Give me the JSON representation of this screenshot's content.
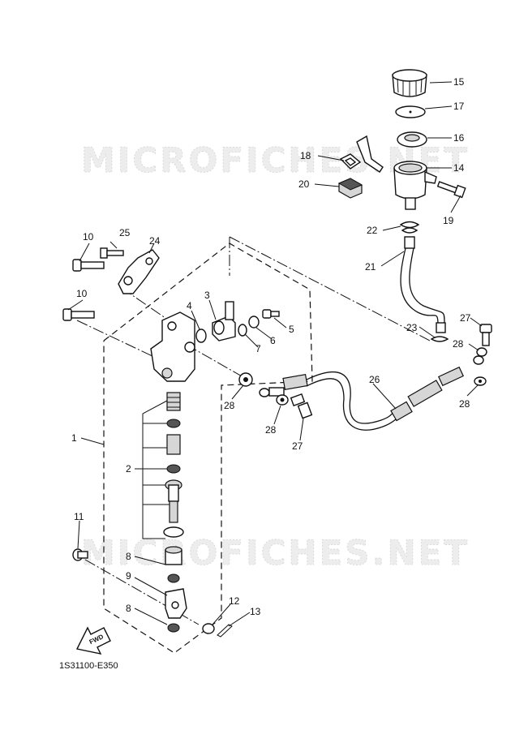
{
  "watermark_text": "MICROFICHES.NET",
  "figure_code": "1S31100-E350",
  "fwd_label": "FWD",
  "callouts": {
    "c1": "1",
    "c2": "2",
    "c3": "3",
    "c4": "4",
    "c5": "5",
    "c6": "6",
    "c7": "7",
    "c8a": "8",
    "c8b": "8",
    "c9": "9",
    "c10a": "10",
    "c10b": "10",
    "c11": "11",
    "c12": "12",
    "c13": "13",
    "c14": "14",
    "c15": "15",
    "c16": "16",
    "c17": "17",
    "c18": "18",
    "c19": "19",
    "c20": "20",
    "c21": "21",
    "c22": "22",
    "c23": "23",
    "c24": "24",
    "c25": "25",
    "c26": "26",
    "c27a": "27",
    "c27b": "27",
    "c28a": "28",
    "c28b": "28",
    "c28c": "28",
    "c28d": "28"
  }
}
